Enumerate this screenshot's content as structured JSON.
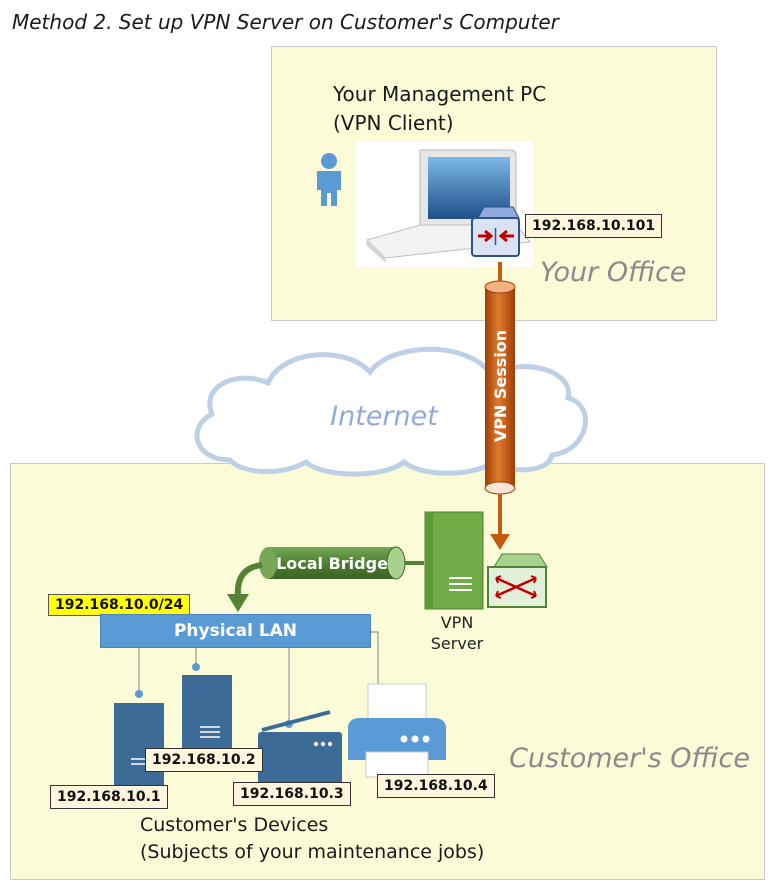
{
  "title": "Method 2. Set up VPN Server on Customer's Computer",
  "management_pc": {
    "line1": "Your Management PC",
    "line2": "(VPN Client)",
    "ip": "192.168.10.101"
  },
  "your_office_label": "Your Office",
  "internet_label": "Internet",
  "vpn_session_label": "VPN Session",
  "local_bridge_label": "Local Bridge",
  "vpn_server": {
    "line1": "VPN",
    "line2": "Server"
  },
  "physical_lan": {
    "label": "Physical LAN",
    "subnet": "192.168.10.0/24"
  },
  "customer_office_label": "Customer's Office",
  "devices": {
    "ips": [
      "192.168.10.1",
      "192.168.10.2",
      "192.168.10.3",
      "192.168.10.4"
    ],
    "line1": "Customer's Devices",
    "line2": "(Subjects of your maintenance jobs)"
  },
  "colors": {
    "office_fill": "#fbfbd8",
    "vpn_session": "#c55a11",
    "local_bridge": "#548235",
    "lan": "#5b9bd5",
    "server_green": "#70ad47",
    "device_blue": "#3b6b96",
    "subnet_highlight": "#ffff00"
  }
}
